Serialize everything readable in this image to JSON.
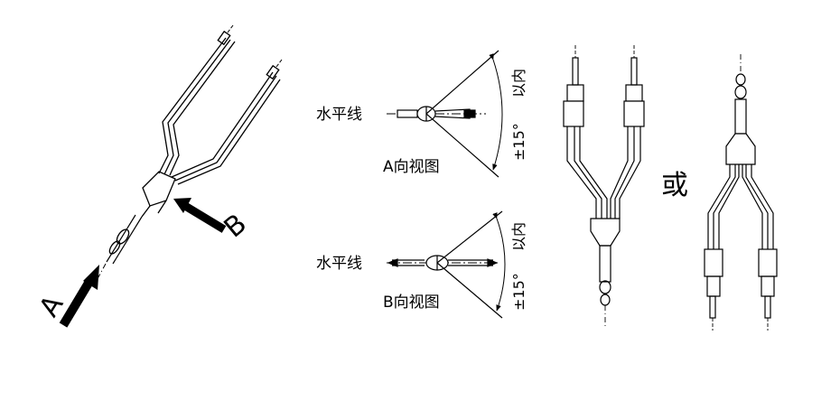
{
  "labels": {
    "arrow_a": "A",
    "arrow_b": "B",
    "horizontal_line_1": "水平线",
    "horizontal_line_2": "水平线",
    "view_a": "A向视图",
    "view_b": "B向视图",
    "angle_a": "±15°",
    "within_a": "以内",
    "angle_b": "±15°",
    "within_b": "以内",
    "or": "或"
  },
  "colors": {
    "ink": "#000000",
    "background": "#ffffff"
  }
}
